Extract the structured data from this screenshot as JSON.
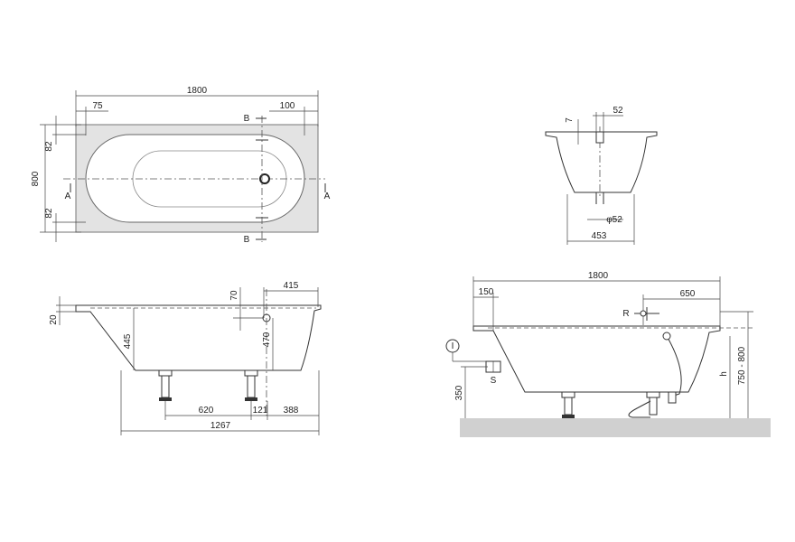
{
  "top_view": {
    "length": "1800",
    "offset_left": "75",
    "offset_right": "100",
    "width": "800",
    "margin_top": "82",
    "margin_bottom": "82",
    "section_a_left": "A",
    "section_a_right": "A",
    "section_b_top": "B",
    "section_b_bottom": "B"
  },
  "section_b": {
    "rim_height": "7",
    "drain_offset": "52",
    "drain_diameter": "φ52",
    "bottom_width": "453"
  },
  "side_view": {
    "rim_thickness": "20",
    "depth": "445",
    "drain_top_offset": "70",
    "drain_height": "470",
    "drain_end_offset": "415",
    "leg_spacing": "620",
    "leg_offset": "121",
    "leg_end_offset": "388",
    "leg_total": "1267"
  },
  "install_view": {
    "length": "1800",
    "rim_offset": "150",
    "overflow_offset": "650",
    "overflow_label": "R",
    "height_range": "750 - 800",
    "height_label": "h",
    "supply_height": "350",
    "supply_label": "S",
    "marker_label": "I"
  }
}
